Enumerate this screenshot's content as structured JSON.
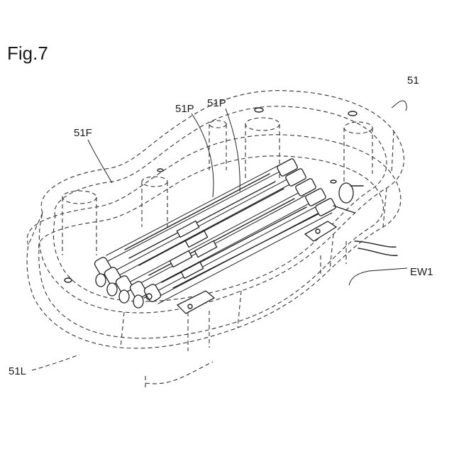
{
  "figure": {
    "title": "Fig.7"
  },
  "labels": {
    "assembly": "51",
    "frame": "51F",
    "pipe_a": "51P",
    "pipe_b": "51P",
    "wire": "EW1",
    "lid": "51L"
  },
  "colors": {
    "line": "#222222",
    "background": "#ffffff"
  }
}
